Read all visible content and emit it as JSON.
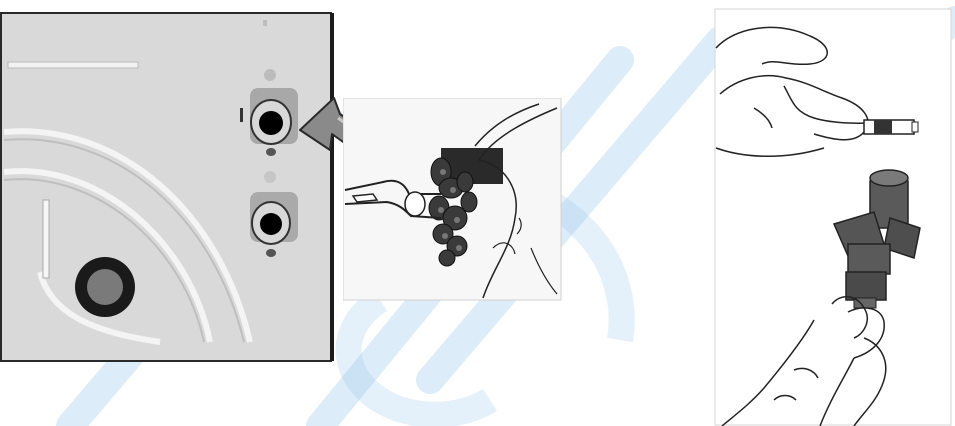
{
  "figure": {
    "panels": [
      {
        "id": "appliance-rear-panel",
        "depicts": "rear-panel-with-two-sockets-and-round-outlet"
      },
      {
        "id": "pliers-grip-detail",
        "depicts": "pliers-gripping-connector"
      },
      {
        "id": "hands-connector-detail",
        "depicts": "hands-holding-plug-and-connector"
      }
    ],
    "arrow": {
      "direction": "pointing-left-to-upper-socket"
    },
    "colors": {
      "panel_gray": "#d9d9d9",
      "panel_border": "#2a2a2a",
      "watermark": "#9ec9ee",
      "connector_dark": "#555555",
      "line_art": "#222222"
    }
  }
}
